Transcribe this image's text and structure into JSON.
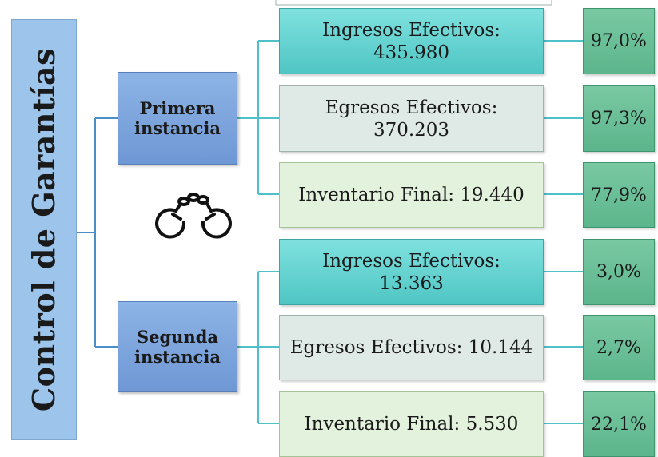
{
  "title": "Control de Garantías",
  "icon": "handcuffs-icon",
  "colors": {
    "root": "#9dc5ec",
    "instance": "#7ea6dd",
    "ingresos": "#5fd0ce",
    "egresos": "#dfe9e6",
    "inventario": "#e3f2dc",
    "percent": "#6bbf98",
    "connector": "#4fc0c8"
  },
  "primera": {
    "label": "Primera instancia",
    "ingresos": {
      "label": "Ingresos Efectivos: 435.980",
      "pct": "97,0%"
    },
    "egresos": {
      "label": "Egresos Efectivos: 370.203",
      "pct": "97,3%"
    },
    "inventario": {
      "label": "Inventario Final: 19.440",
      "pct": "77,9%"
    }
  },
  "segunda": {
    "label": "Segunda instancia",
    "ingresos": {
      "label": "Ingresos Efectivos: 13.363",
      "pct": "3,0%"
    },
    "egresos": {
      "label": "Egresos Efectivos: 10.144",
      "pct": "2,7%"
    },
    "inventario": {
      "label": "Inventario Final: 5.530",
      "pct": "22,1%"
    }
  }
}
